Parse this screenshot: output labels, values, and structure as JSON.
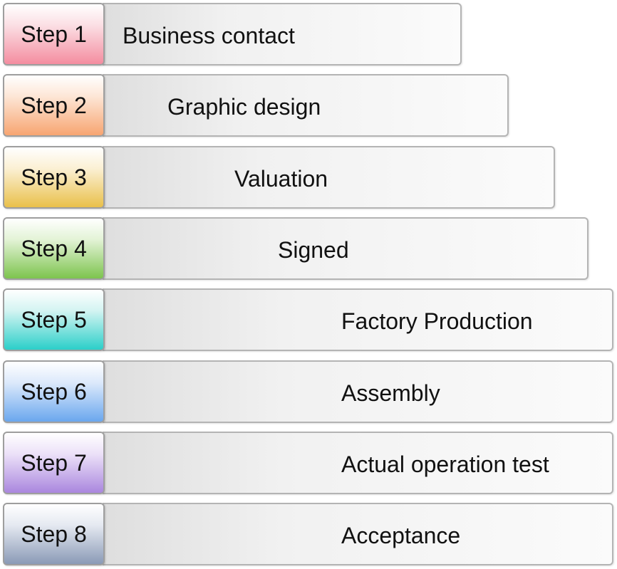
{
  "steps": [
    {
      "label": "Step 1",
      "name": "Business contact",
      "color": "#f48da0"
    },
    {
      "label": "Step 2",
      "name": "Graphic design",
      "color": "#f7a571"
    },
    {
      "label": "Step 3",
      "name": "Valuation",
      "color": "#e9c04a"
    },
    {
      "label": "Step 4",
      "name": "Signed",
      "color": "#7dc44e"
    },
    {
      "label": "Step 5",
      "name": "Factory Production",
      "color": "#2bcfc9"
    },
    {
      "label": "Step 6",
      "name": "Assembly",
      "color": "#6aa7ee"
    },
    {
      "label": "Step 7",
      "name": "Actual operation test",
      "color": "#aa87de"
    },
    {
      "label": "Step 8",
      "name": "Acceptance",
      "color": "#8a9ab6"
    }
  ]
}
